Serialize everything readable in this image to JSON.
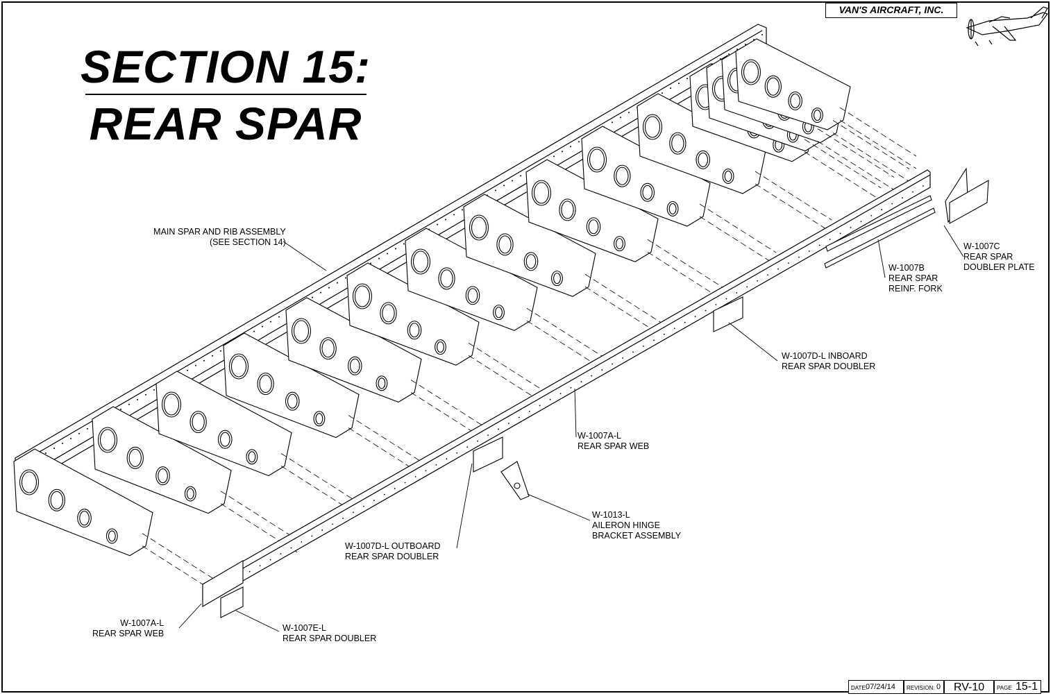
{
  "header": {
    "company": "VAN'S AIRCRAFT, INC.",
    "logo_icon": "airplane-icon"
  },
  "title": {
    "line1": "SECTION 15:",
    "line2": "REAR SPAR"
  },
  "callouts": [
    {
      "id": "main-spar",
      "lines": [
        "MAIN SPAR AND RIB ASSEMBLY",
        "(SEE SECTION 14)"
      ]
    },
    {
      "id": "w1007c",
      "lines": [
        "W-1007C",
        "REAR SPAR",
        "DOUBLER PLATE"
      ]
    },
    {
      "id": "w1007b",
      "lines": [
        "W-1007B",
        "REAR SPAR",
        "REINF. FORK"
      ]
    },
    {
      "id": "w1007d-inboard",
      "lines": [
        "W-1007D-L INBOARD",
        "REAR SPAR DOUBLER"
      ]
    },
    {
      "id": "w1007a-web-mid",
      "lines": [
        "W-1007A-L",
        "REAR SPAR WEB"
      ]
    },
    {
      "id": "w1013",
      "lines": [
        "W-1013-L",
        "AILERON HINGE",
        "BRACKET ASSEMBLY"
      ]
    },
    {
      "id": "w1007d-outboard",
      "lines": [
        "W-1007D-L OUTBOARD",
        "REAR SPAR DOUBLER"
      ]
    },
    {
      "id": "w1007a-web-end",
      "lines": [
        "W-1007A-L",
        "REAR SPAR WEB"
      ]
    },
    {
      "id": "w1007e",
      "lines": [
        "W-1007E-L",
        "REAR SPAR DOUBLER"
      ]
    }
  ],
  "title_block": {
    "date_label": "DATE:",
    "date": "07/24/14",
    "revision_label": "REVISION:",
    "revision": "0",
    "model": "RV-10",
    "page_label": "PAGE",
    "page": "15-1"
  }
}
